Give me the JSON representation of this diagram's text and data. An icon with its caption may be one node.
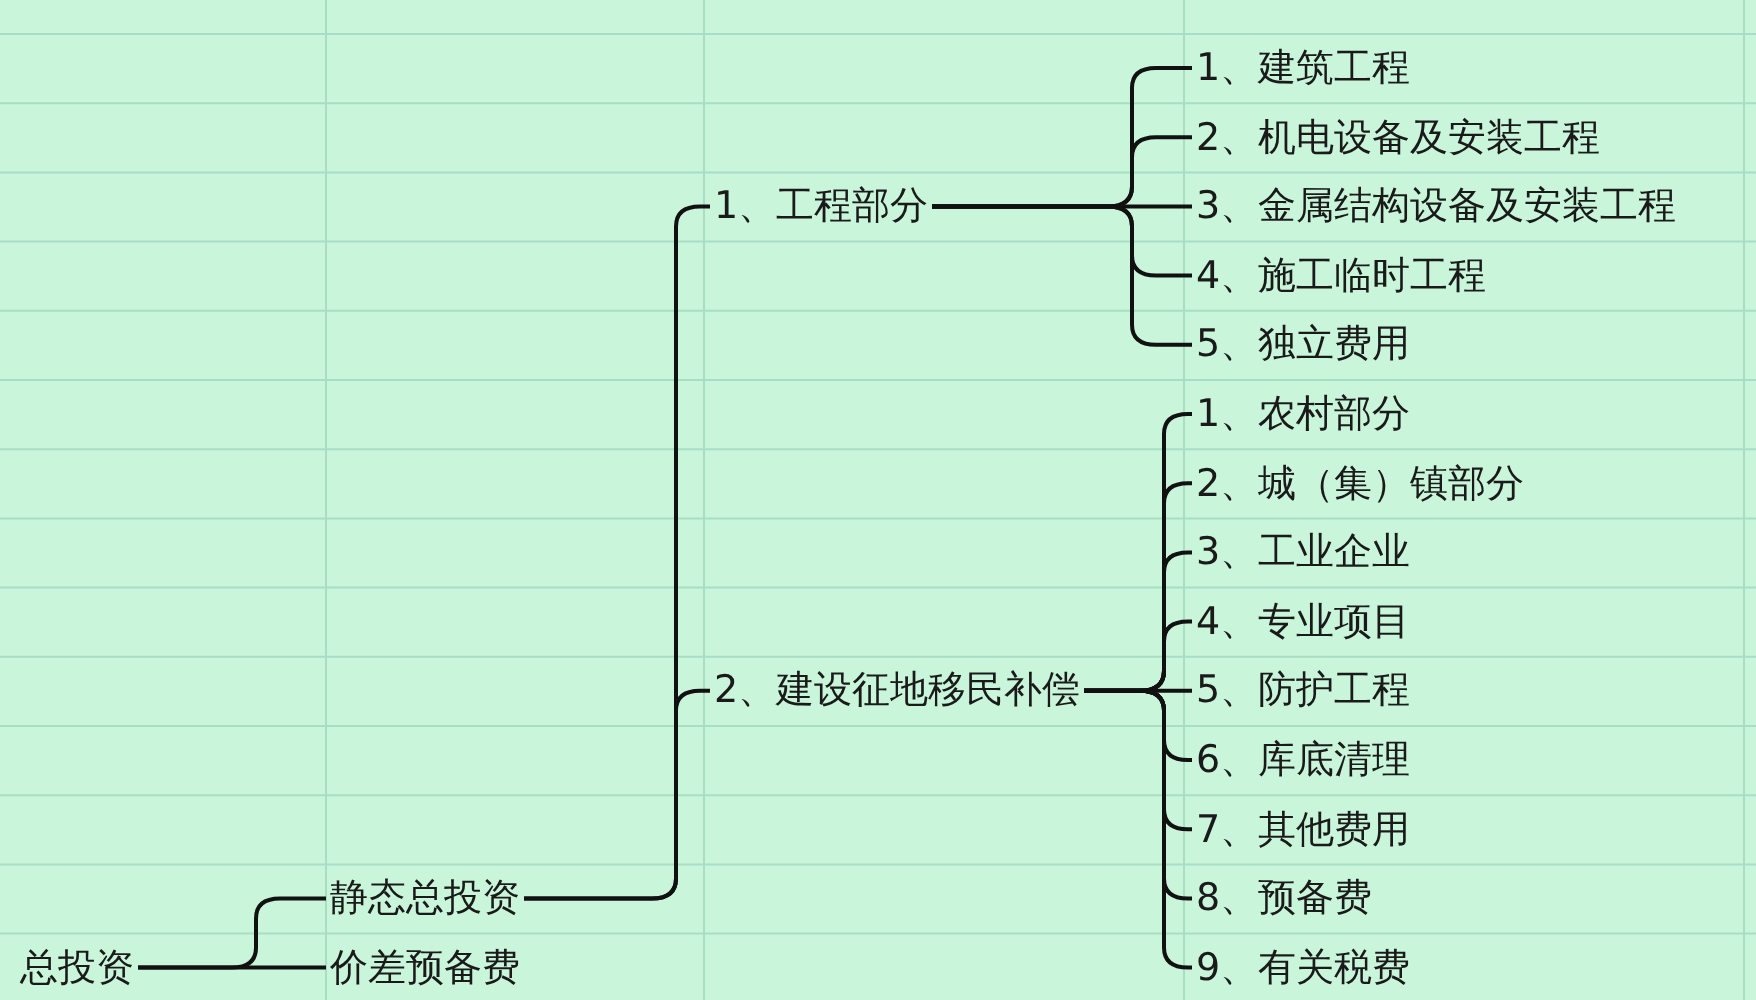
{
  "diagram": {
    "nodes": [
      {
        "text": [
          "总投资"
        ]
      },
      {
        "text": [
          "静态总投资"
        ]
      },
      {
        "text": [
          "价差预备费"
        ]
      },
      {
        "text": [
          "1、工程部分"
        ]
      },
      {
        "text": [
          "2、建设征地移民补偿"
        ]
      },
      {
        "text": [
          "1、建筑工程"
        ]
      },
      {
        "text": [
          "2、机电设备及安装工程"
        ]
      },
      {
        "text": [
          "3、金属结构设备及安装工程"
        ]
      },
      {
        "text": [
          "4、施工临时工程"
        ]
      },
      {
        "text": [
          "5、独立费用"
        ]
      },
      {
        "text": [
          "1、农村部分"
        ]
      },
      {
        "text": [
          "2、城（集）镇部分"
        ]
      },
      {
        "text": [
          "3、工业企业"
        ]
      },
      {
        "text": [
          "4、专业项目"
        ]
      },
      {
        "text": [
          "5、防护工程"
        ]
      },
      {
        "text": [
          "6、库底清理"
        ]
      },
      {
        "text": [
          "7、其他费用"
        ]
      },
      {
        "text": [
          "8、预备费"
        ]
      },
      {
        "text": [
          "9、有关税费"
        ]
      }
    ],
    "edges": [
      {
        "from": 0,
        "to": 1,
        "arrow": "none"
      },
      {
        "from": 0,
        "to": 2,
        "arrow": "none"
      },
      {
        "from": 1,
        "to": 3,
        "arrow": "none"
      },
      {
        "from": 1,
        "to": 4,
        "arrow": "none"
      },
      {
        "from": 3,
        "to": 5,
        "arrow": "none"
      },
      {
        "from": 3,
        "to": 6,
        "arrow": "none"
      },
      {
        "from": 3,
        "to": 7,
        "arrow": "none"
      },
      {
        "from": 3,
        "to": 8,
        "arrow": "none"
      },
      {
        "from": 3,
        "to": 9,
        "arrow": "none"
      },
      {
        "from": 4,
        "to": 10,
        "arrow": "none"
      },
      {
        "from": 4,
        "to": 11,
        "arrow": "none"
      },
      {
        "from": 4,
        "to": 12,
        "arrow": "none"
      },
      {
        "from": 4,
        "to": 13,
        "arrow": "none"
      },
      {
        "from": 4,
        "to": 14,
        "arrow": "none"
      },
      {
        "from": 4,
        "to": 15,
        "arrow": "none"
      },
      {
        "from": 4,
        "to": 16,
        "arrow": "none"
      },
      {
        "from": 4,
        "to": 17,
        "arrow": "none"
      },
      {
        "from": 4,
        "to": 18,
        "arrow": "none"
      }
    ]
  }
}
